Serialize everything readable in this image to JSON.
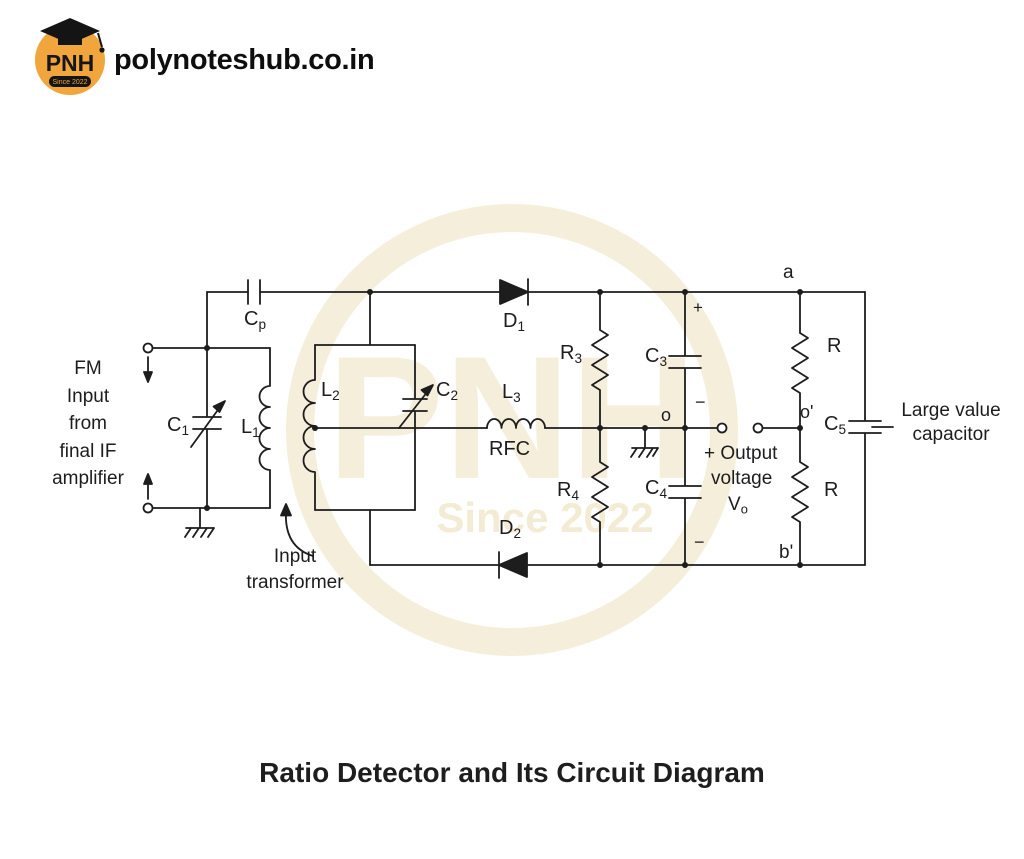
{
  "header": {
    "site": "polynoteshub.co.in",
    "logo_text": "PNH",
    "logo_since": "Since 2022"
  },
  "watermark": {
    "text": "PNH",
    "since": "Since 2022"
  },
  "title": "Ratio Detector and Its Circuit Diagram",
  "diagram": {
    "annotations": {
      "fm_input": "FM\nInput\nfrom\nfinal IF\namplifier",
      "input_transformer": "Input\ntransformer",
      "rfc": "RFC",
      "output_line1": "+ Output",
      "output_line2": "voltage",
      "large_cap": "Large value\ncapacitor"
    },
    "points": {
      "a": "a",
      "o": "o",
      "o_prime": "o'",
      "b_prime": "b'"
    },
    "signs": {
      "c3_plus": "+",
      "c3_minus": "−",
      "c4_minus": "−"
    },
    "components": {
      "cp": {
        "base": "C",
        "sub": "p"
      },
      "c1": {
        "base": "C",
        "sub": "1"
      },
      "l1": {
        "base": "L",
        "sub": "1"
      },
      "l2": {
        "base": "L",
        "sub": "2"
      },
      "c2": {
        "base": "C",
        "sub": "2"
      },
      "d1": {
        "base": "D",
        "sub": "1"
      },
      "l3": {
        "base": "L",
        "sub": "3"
      },
      "r3": {
        "base": "R",
        "sub": "3"
      },
      "r4": {
        "base": "R",
        "sub": "4"
      },
      "c3": {
        "base": "C",
        "sub": "3"
      },
      "c4": {
        "base": "C",
        "sub": "4"
      },
      "d2": {
        "base": "D",
        "sub": "2"
      },
      "c5": {
        "base": "C",
        "sub": "5"
      },
      "r_top": "R",
      "r_bottom": "R",
      "vo": {
        "base": "V",
        "sub": "o"
      }
    },
    "colors": {
      "ink": "#1d1d1d",
      "watermark": "#f5eedb",
      "logo_orange": "#f1a53d"
    }
  }
}
